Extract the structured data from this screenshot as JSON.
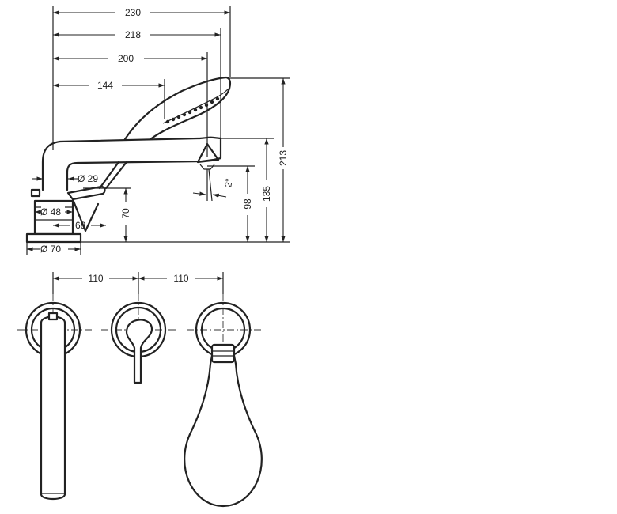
{
  "side_view": {
    "dimensions": {
      "d230": "230",
      "d218": "218",
      "d200": "200",
      "d144": "144",
      "d213": "213",
      "d135": "135",
      "d98": "98",
      "d70": "70",
      "d68": "68",
      "angle": "2°",
      "dia29": "Ø 29",
      "dia48": "Ø 48",
      "dia70": "Ø 70"
    }
  },
  "top_view": {
    "dimensions": {
      "spacing_left": "110",
      "spacing_right": "110"
    }
  },
  "colors": {
    "line": "#222222",
    "background": "#ffffff"
  }
}
